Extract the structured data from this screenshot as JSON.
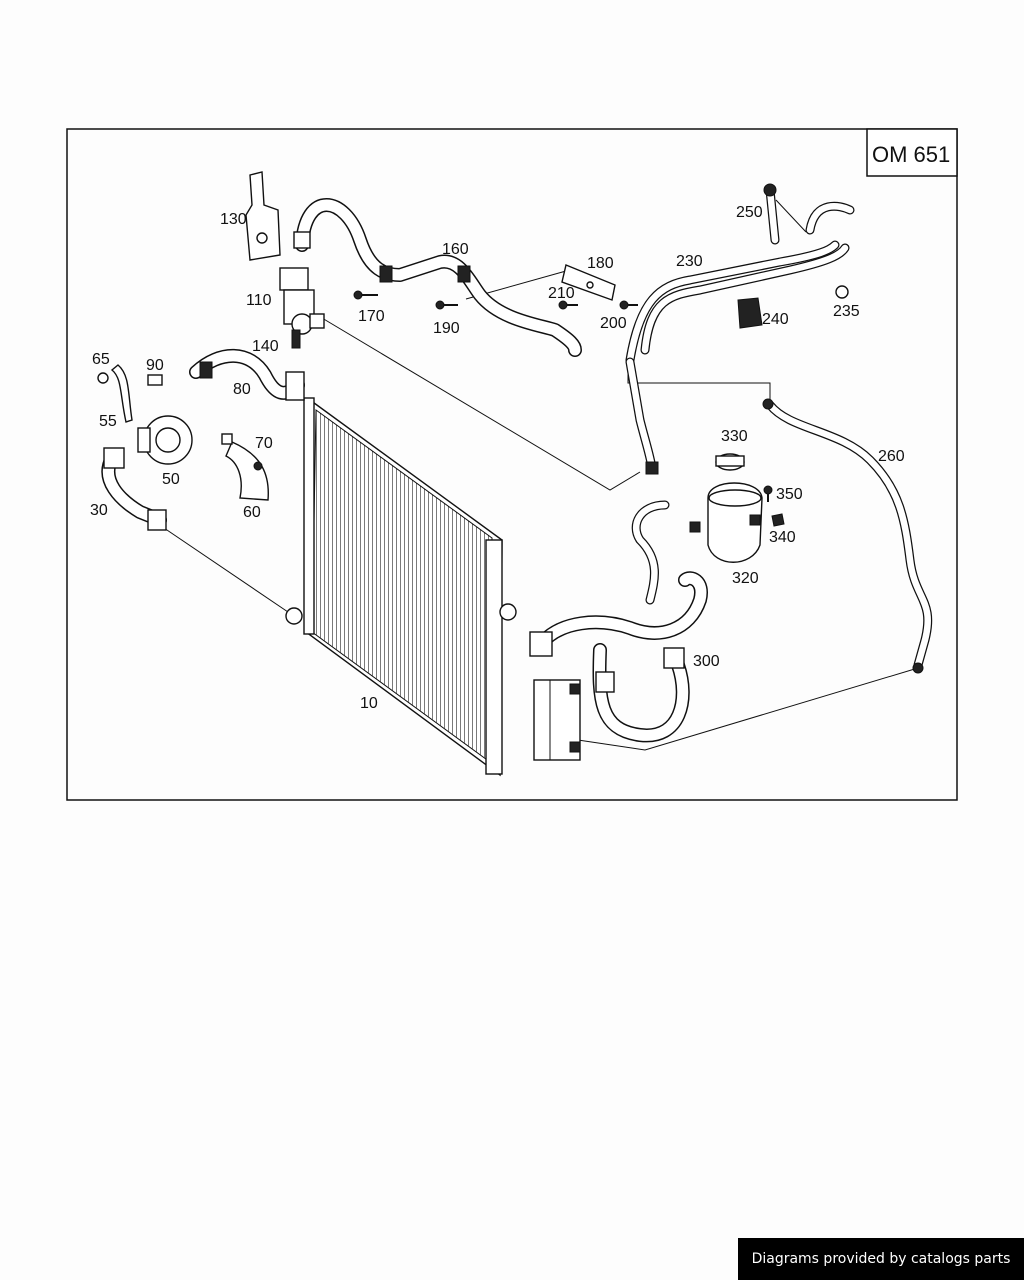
{
  "engine_code": "OM 651",
  "callouts": [
    {
      "id": "c10",
      "text": "10"
    },
    {
      "id": "c30",
      "text": "30"
    },
    {
      "id": "c50",
      "text": "50"
    },
    {
      "id": "c55",
      "text": "55"
    },
    {
      "id": "c60",
      "text": "60"
    },
    {
      "id": "c65",
      "text": "65"
    },
    {
      "id": "c70",
      "text": "70"
    },
    {
      "id": "c80",
      "text": "80"
    },
    {
      "id": "c90",
      "text": "90"
    },
    {
      "id": "c110",
      "text": "110"
    },
    {
      "id": "c130",
      "text": "130"
    },
    {
      "id": "c140",
      "text": "140"
    },
    {
      "id": "c160",
      "text": "160"
    },
    {
      "id": "c170",
      "text": "170"
    },
    {
      "id": "c180",
      "text": "180"
    },
    {
      "id": "c190",
      "text": "190"
    },
    {
      "id": "c200",
      "text": "200"
    },
    {
      "id": "c210",
      "text": "210"
    },
    {
      "id": "c230",
      "text": "230"
    },
    {
      "id": "c235",
      "text": "235"
    },
    {
      "id": "c240",
      "text": "240"
    },
    {
      "id": "c250",
      "text": "250"
    },
    {
      "id": "c260",
      "text": "260"
    },
    {
      "id": "c300",
      "text": "300"
    },
    {
      "id": "c320",
      "text": "320"
    },
    {
      "id": "c330",
      "text": "330"
    },
    {
      "id": "c340",
      "text": "340"
    },
    {
      "id": "c350",
      "text": "350"
    }
  ],
  "footer_text": "Diagrams provided by catalogs parts"
}
